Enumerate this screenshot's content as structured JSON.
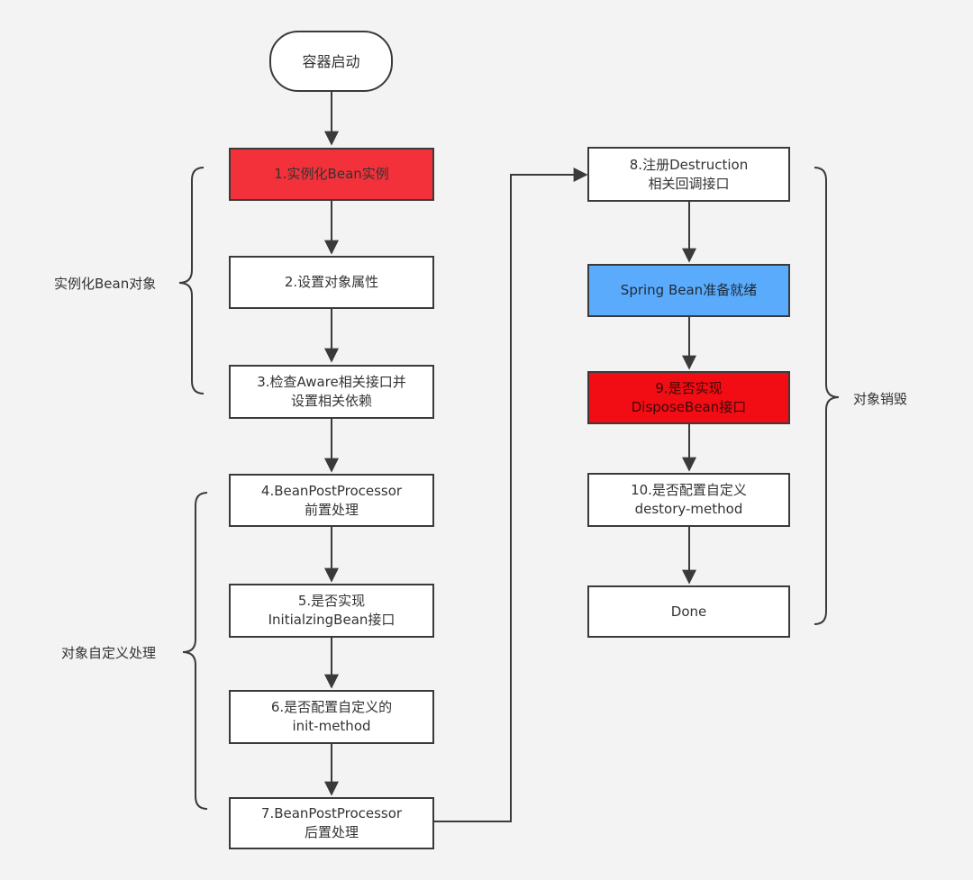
{
  "nodes": {
    "start": "容器启动",
    "n1": "1.实例化Bean实例",
    "n2": "2.设置对象属性",
    "n3": "3.检查Aware相关接口并\n设置相关依赖",
    "n4": "4.BeanPostProcessor\n前置处理",
    "n5": "5.是否实现\nInitialzingBean接口",
    "n6": "6.是否配置自定义的\ninit-method",
    "n7": "7.BeanPostProcessor\n后置处理",
    "n8": "8.注册Destruction\n相关回调接口",
    "ready": "Spring Bean准备就绪",
    "n9": "9.是否实现\nDisposeBean接口",
    "n10": "10.是否配置自定义\ndestory-method",
    "done": "Done"
  },
  "groups": {
    "instantiate": "实例化Bean对象",
    "customize": "对象自定义处理",
    "destroy": "对象销毁"
  },
  "colors": {
    "background": "#f3f3f3",
    "stroke": "#3a3a3a",
    "highlight_red": "#f2313a",
    "highlight_red_dark": "#f20c13",
    "highlight_blue": "#5aabfb"
  }
}
